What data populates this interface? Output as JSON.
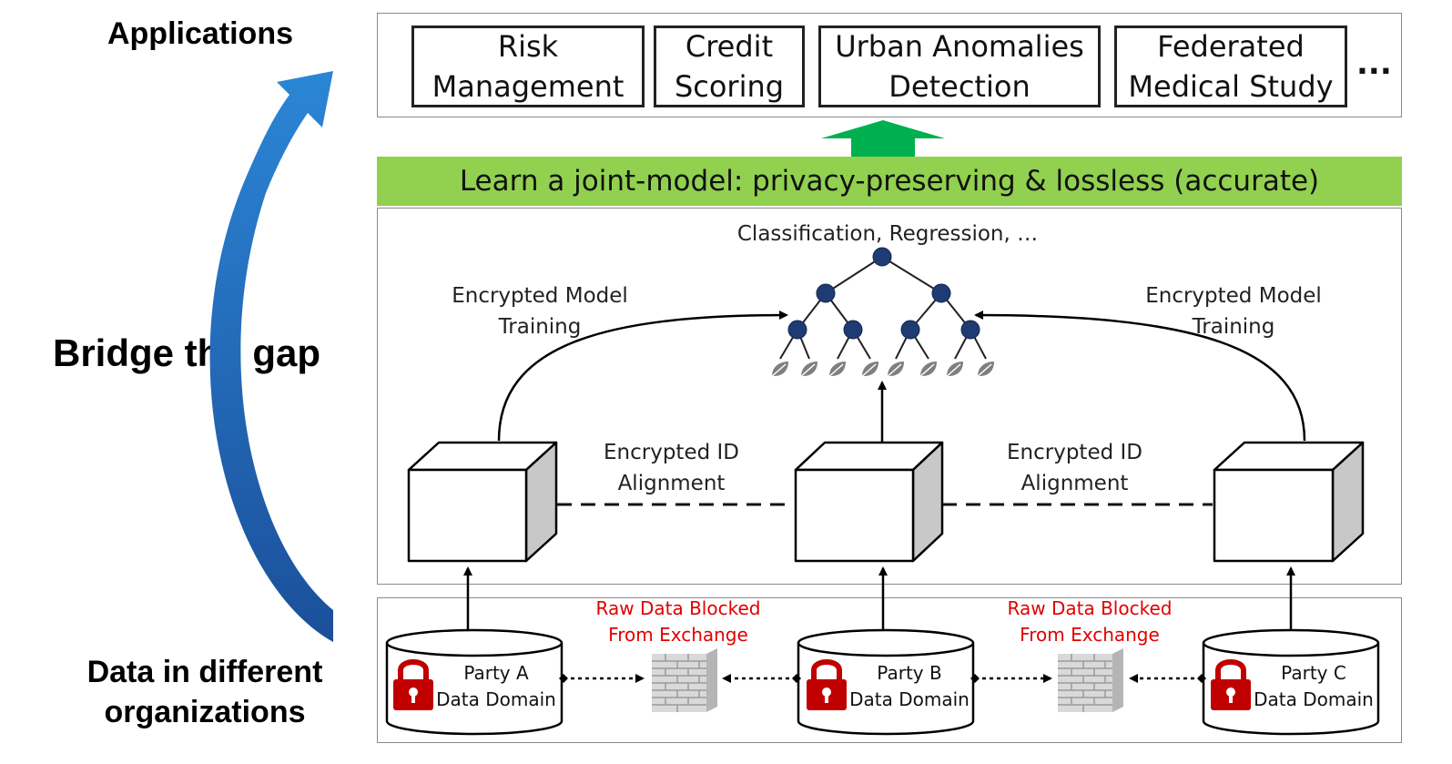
{
  "side": {
    "applications": "Applications",
    "bridge": "Bridge the gap",
    "data_orgs": "Data in different\norganizations"
  },
  "applications": {
    "items": [
      "Risk\nManagement",
      "Credit\nScoring",
      "Urban Anomalies\nDetection",
      "Federated\nMedical Study"
    ],
    "more": "..."
  },
  "banner": "Learn a joint-model: privacy-preserving & lossless (accurate)",
  "model": {
    "task": "Classification, Regression, …",
    "training_left": "Encrypted Model\nTraining",
    "training_right": "Encrypted Model\nTraining",
    "alignment_left": "Encrypted ID\nAlignment",
    "alignment_right": "Encrypted ID\nAlignment"
  },
  "data_layer": {
    "blocked_left": "Raw Data Blocked\nFrom Exchange",
    "blocked_right": "Raw Data Blocked\nFrom Exchange",
    "parties": [
      {
        "label": "Party A\nData Domain"
      },
      {
        "label": "Party B\nData Domain"
      },
      {
        "label": "Party C\nData Domain"
      }
    ]
  },
  "colors": {
    "green": "#92d050",
    "arrow_green": "#00b050",
    "blue_arrow": "#1f6fc1",
    "node_blue": "#1f3b73",
    "lock_red": "#c00000",
    "red_text": "#e00000"
  }
}
